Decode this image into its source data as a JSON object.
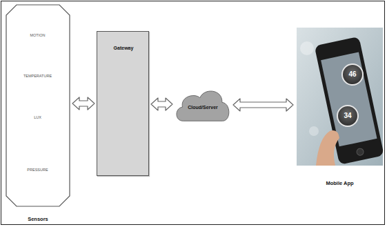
{
  "diagram": {
    "nodes": [
      {
        "text": [
          "Sensors"
        ]
      },
      {
        "text": [
          "Gateway"
        ]
      },
      {
        "text": [
          "Cloud/Server"
        ]
      },
      {
        "text": [
          "Mobile App"
        ]
      }
    ],
    "edges": [
      {
        "from": 0,
        "to": 1,
        "arrow": "both"
      },
      {
        "from": 1,
        "to": 2,
        "arrow": "both"
      },
      {
        "from": 2,
        "to": 3,
        "arrow": "both"
      }
    ],
    "labels": [
      "MOTION",
      "TEMPERATURE",
      "LUX",
      "PRESSURE",
      "46",
      "34"
    ]
  }
}
